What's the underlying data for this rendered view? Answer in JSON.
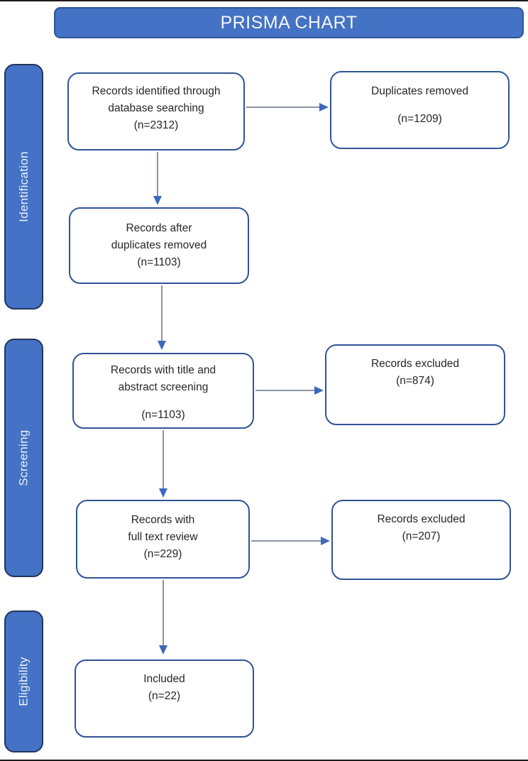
{
  "title": "PRISMA CHART",
  "colors": {
    "bar_fill": "#4472C4",
    "bar_border": "#2F5496",
    "stage_border": "#24355F",
    "box_border": "#2F5496",
    "arrow_line": "#8a94a6",
    "arrow_head": "#3E68BE",
    "text": "#262626",
    "title_text": "#f5f6f8"
  },
  "stages": [
    {
      "label": "Identification"
    },
    {
      "label": "Screening"
    },
    {
      "label": "Eligibility"
    }
  ],
  "flow": {
    "identified": {
      "lines": [
        "Records identified through",
        "database searching",
        "(n=2312)"
      ]
    },
    "duplicates_removed": {
      "lines": [
        "Duplicates removed",
        "(n=1209)"
      ]
    },
    "after_duplicates": {
      "lines": [
        "Records after",
        "duplicates removed",
        "(n=1103)"
      ]
    },
    "title_abstract": {
      "lines": [
        "Records with title and",
        "abstract screening",
        "(n=1103)"
      ]
    },
    "excluded_screening": {
      "lines": [
        "Records excluded",
        "(n=874)"
      ]
    },
    "full_text": {
      "lines": [
        "Records with",
        "full text review",
        "(n=229)"
      ]
    },
    "excluded_full_text": {
      "lines": [
        "Records excluded",
        "(n=207)"
      ]
    },
    "included": {
      "lines": [
        "Included",
        "(n=22)"
      ]
    }
  }
}
